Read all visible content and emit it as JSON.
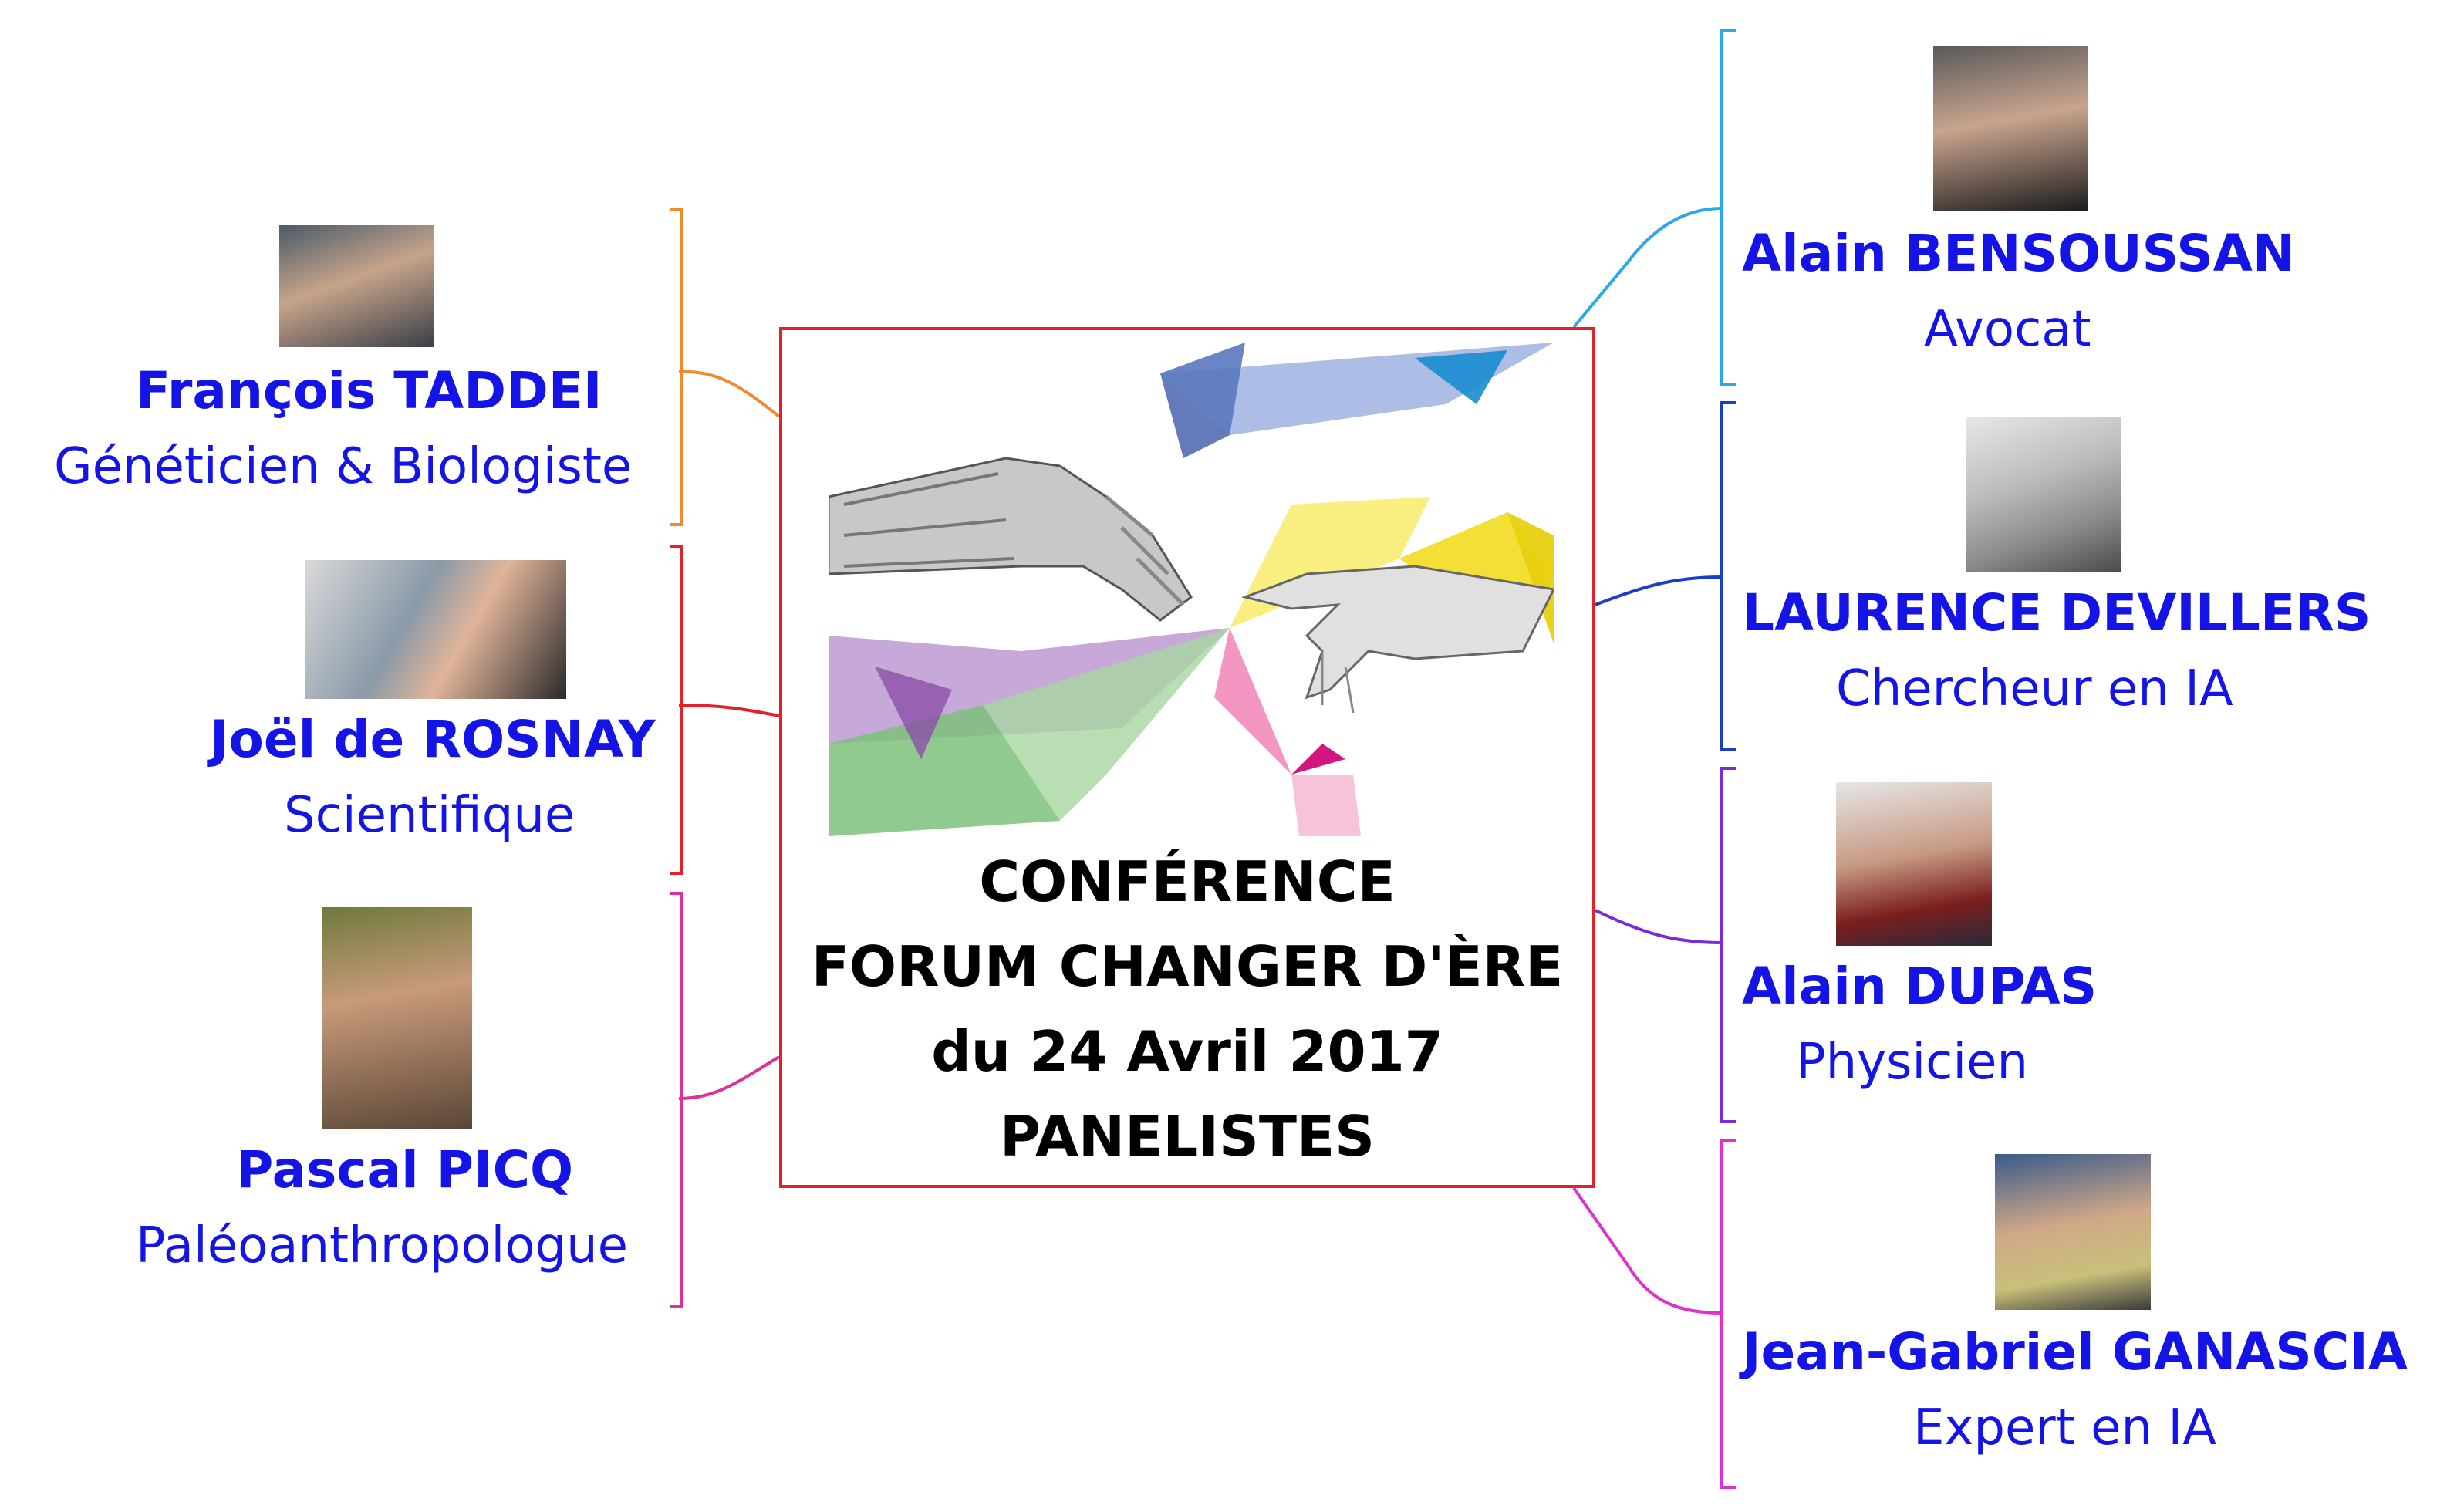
{
  "center": {
    "lines": [
      "CONFÉRENCE",
      "FORUM CHANGER D'ÈRE",
      "du 24 Avril 2017",
      "PANELISTES"
    ]
  },
  "panelists": {
    "taddei": {
      "name": "François TADDEI",
      "role": "Généticien & Biologiste",
      "color": "#f08a2a"
    },
    "rosnay": {
      "name": "Joël de ROSNAY",
      "role": "Scientifique",
      "color": "#e4202a"
    },
    "picq": {
      "name": "Pascal PICQ",
      "role": "Paléoanthropologue",
      "color": "#e0309a"
    },
    "bensoussan": {
      "name": "Alain BENSOUSSAN",
      "role": "Avocat",
      "color": "#2aa8e8"
    },
    "devillers": {
      "name": "LAURENCE DEVILLERS",
      "role": "Chercheur en IA",
      "color": "#1a3ec8"
    },
    "dupas": {
      "name": "Alain DUPAS",
      "role": "Physicien",
      "color": "#7a2ad8"
    },
    "ganascia": {
      "name": "Jean-Gabriel GANASCIA",
      "role": "Expert en IA",
      "color": "#e030d0"
    }
  }
}
